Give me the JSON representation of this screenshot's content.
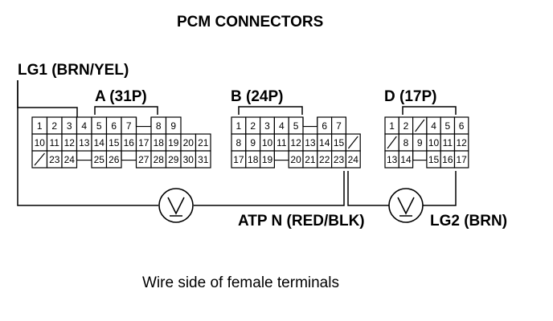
{
  "title": "PCM CONNECTORS",
  "labels": {
    "lg1": "LG1 (BRN/YEL)",
    "connector_a": "A (31P)",
    "connector_b": "B (24P)",
    "connector_d": "D (17P)",
    "atp_n": "ATP N (RED/BLK)",
    "lg2": "LG2 (BRN)"
  },
  "caption": "Wire side of female terminals",
  "connectors": {
    "A": {
      "rows": [
        [
          "1",
          "2",
          "3",
          "4",
          "5",
          "6",
          "7",
          "",
          "8",
          "9"
        ],
        [
          "10",
          "11",
          "12",
          "13",
          "14",
          "15",
          "16",
          "17",
          "18",
          "19",
          "20",
          "21"
        ],
        [
          "/",
          "23",
          "24",
          "",
          "25",
          "26",
          "",
          "27",
          "28",
          "29",
          "30",
          "31"
        ]
      ]
    },
    "B": {
      "rows": [
        [
          "1",
          "2",
          "3",
          "4",
          "5",
          "",
          "6",
          "7"
        ],
        [
          "8",
          "9",
          "10",
          "11",
          "12",
          "13",
          "14",
          "15",
          "/"
        ],
        [
          "17",
          "18",
          "19",
          "",
          "20",
          "21",
          "22",
          "23",
          "24"
        ]
      ]
    },
    "D": {
      "rows": [
        [
          "1",
          "2",
          "/",
          "4",
          "5",
          "6"
        ],
        [
          "/",
          "8",
          "9",
          "10",
          "11",
          "12"
        ],
        [
          "13",
          "14",
          "",
          "15",
          "16",
          "17"
        ]
      ]
    }
  },
  "meters": [
    "voltmeter",
    "voltmeter"
  ]
}
